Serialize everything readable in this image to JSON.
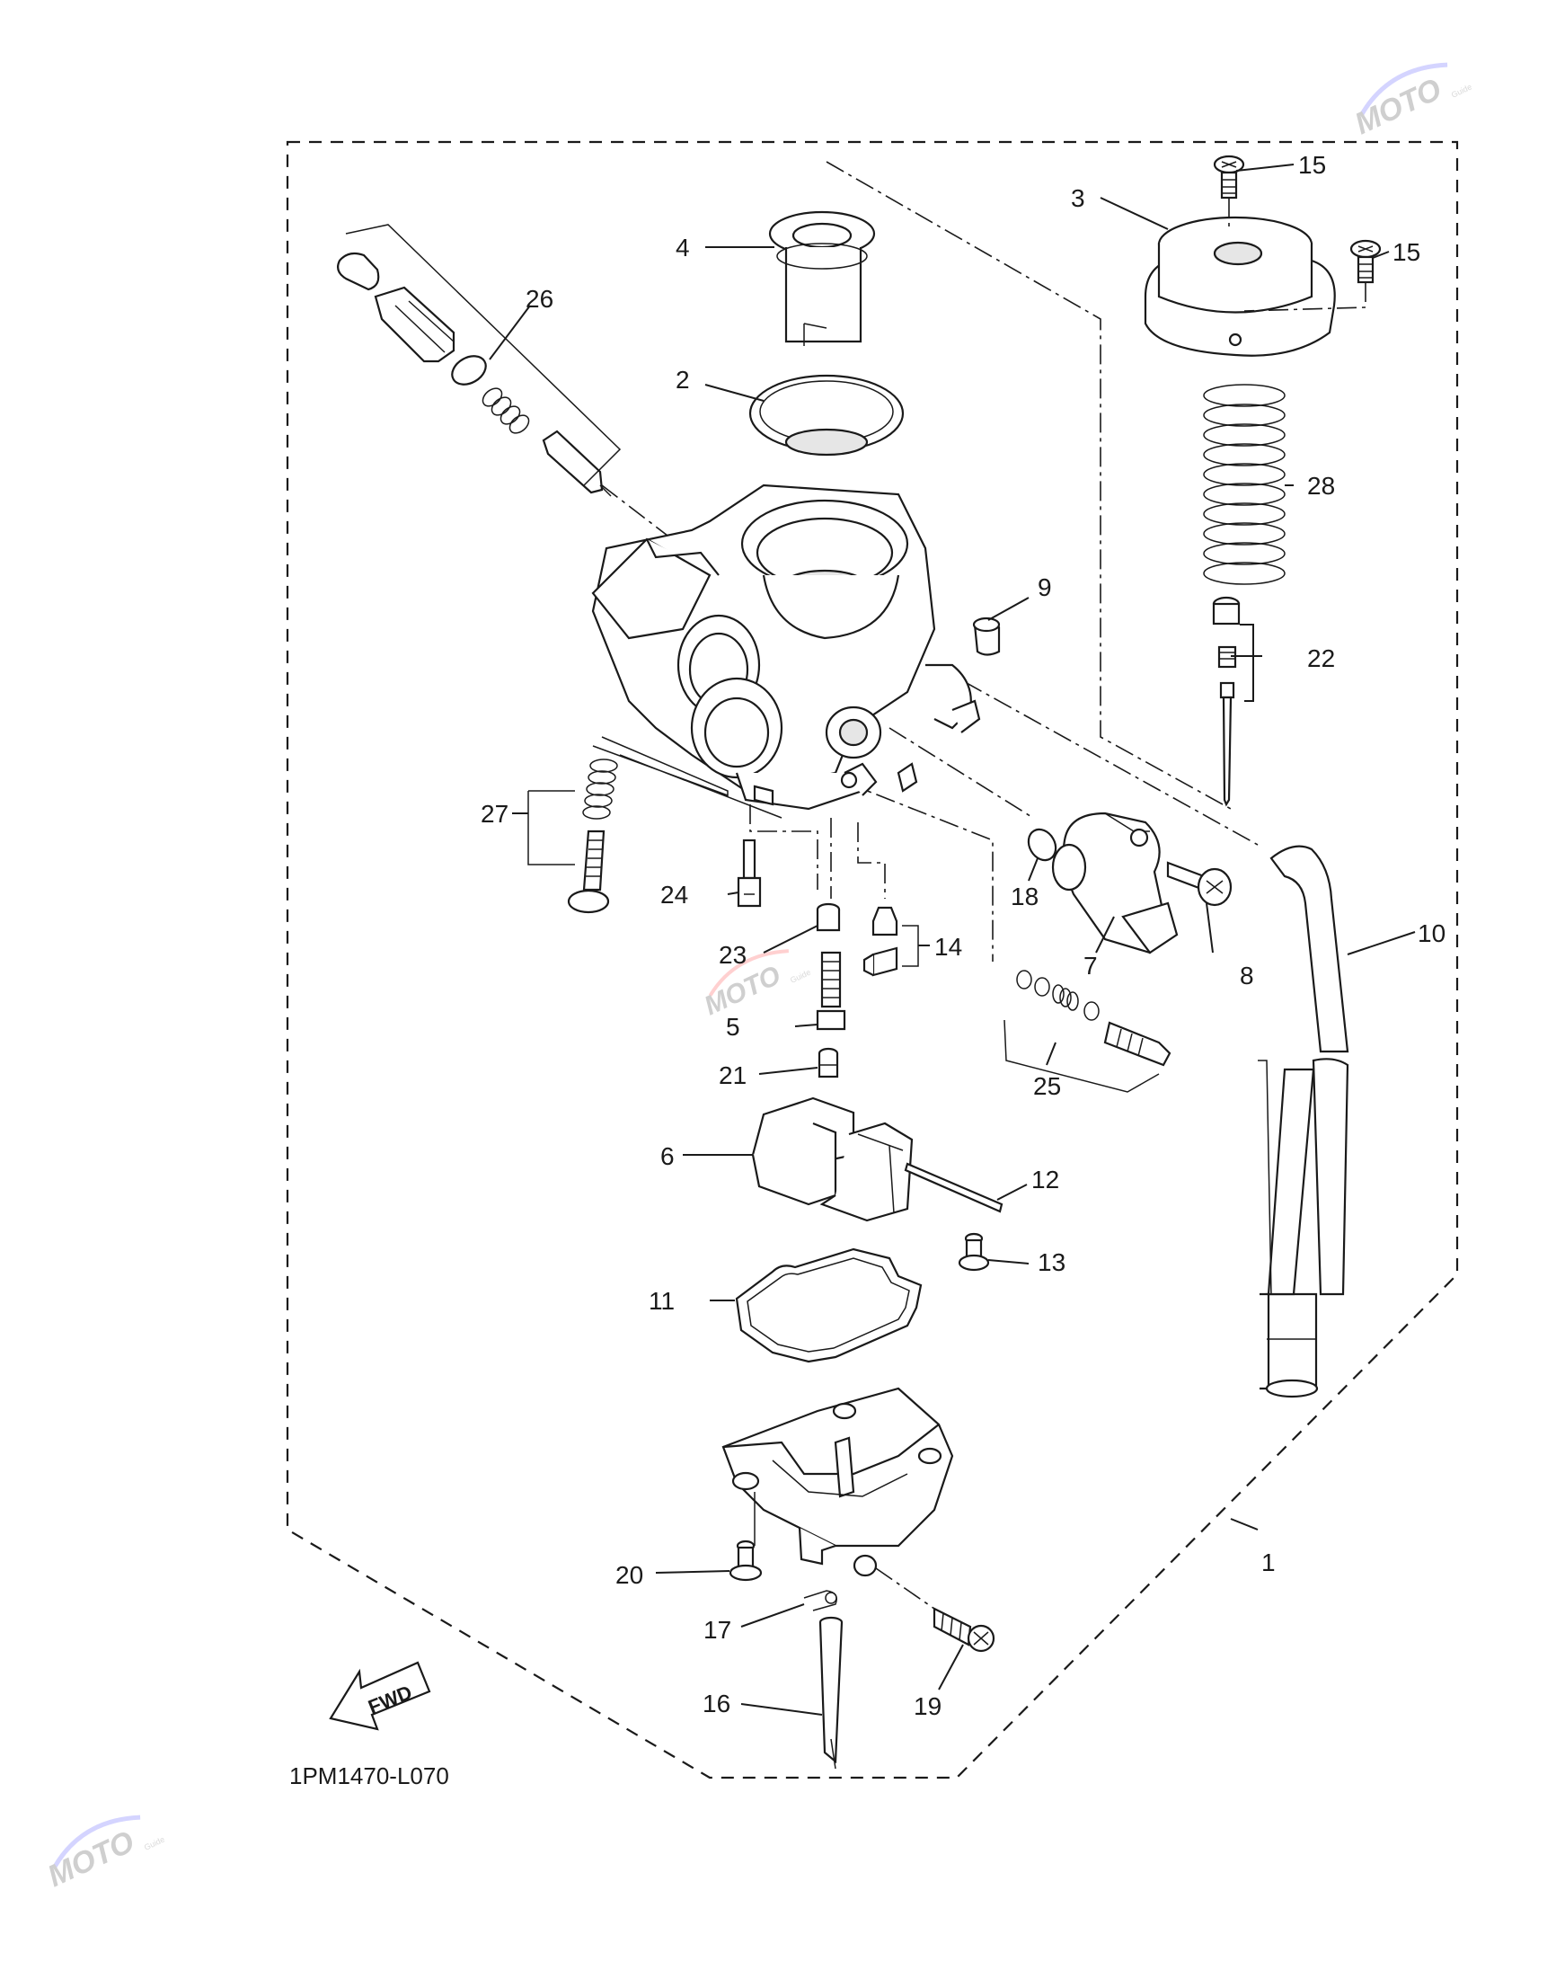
{
  "diagram": {
    "code": "1PM1470-L070",
    "fwd_label": "FWD",
    "watermark": {
      "brand": "MOTO",
      "suffix": "Guide"
    },
    "part_labels": {
      "p1": "1",
      "p2": "2",
      "p3": "3",
      "p4": "4",
      "p5": "5",
      "p6": "6",
      "p7": "7",
      "p8": "8",
      "p9": "9",
      "p10": "10",
      "p11": "11",
      "p12": "12",
      "p13": "13",
      "p14": "14",
      "p15a": "15",
      "p15b": "15",
      "p16": "16",
      "p17": "17",
      "p18": "18",
      "p19": "19",
      "p20": "20",
      "p21": "21",
      "p22": "22",
      "p23": "23",
      "p24": "24",
      "p25": "25",
      "p26": "26",
      "p27": "27",
      "p28": "28"
    }
  }
}
